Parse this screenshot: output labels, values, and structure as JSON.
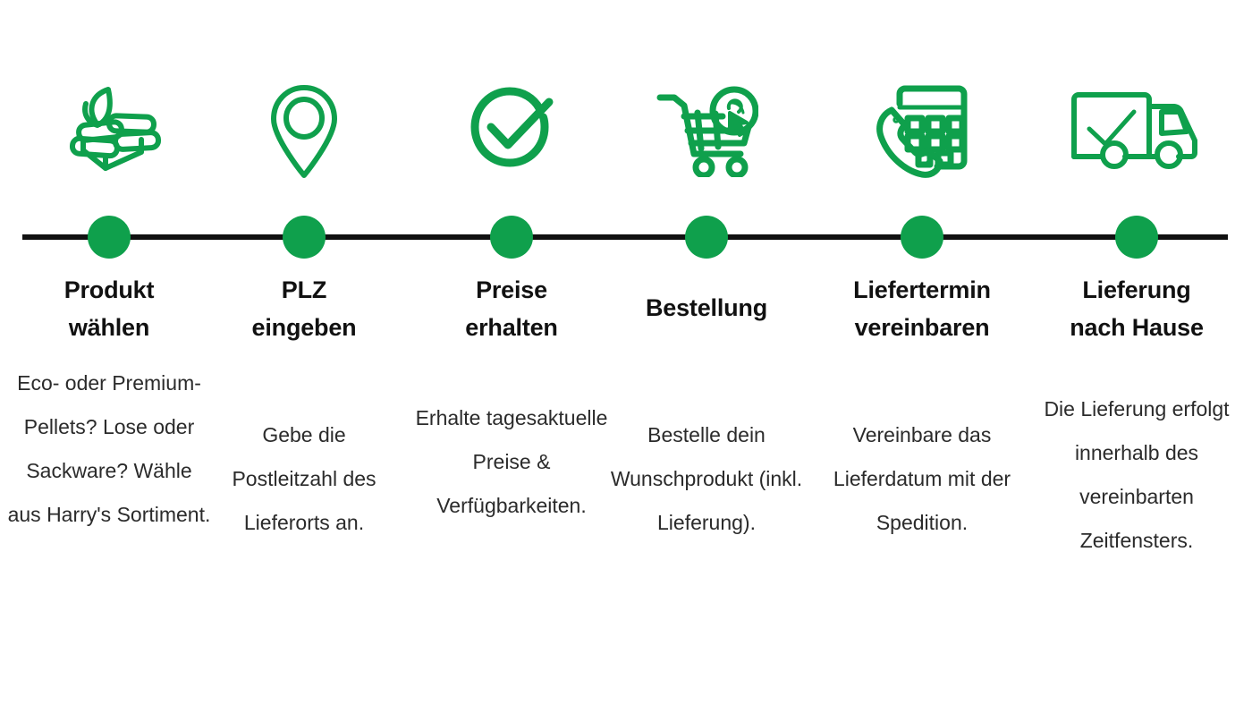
{
  "graphic": {
    "type": "process-timeline",
    "orientation": "horizontal",
    "step_count": 6,
    "colors": {
      "accent_green": "#0fa04c",
      "axis_black": "#111111",
      "title_text": "#111111",
      "body_text": "#2b2b2b",
      "background": "#ffffff"
    }
  },
  "steps": [
    {
      "index": 1,
      "icon": "pellets-with-leaf-icon",
      "title": "Produkt\nwählen",
      "title_lines": 2,
      "description": "Eco- oder Premium-Pellets? Lose oder Sackware? Wähle aus Harry's Sortiment."
    },
    {
      "index": 2,
      "icon": "map-pin-icon",
      "title": "PLZ\neingeben",
      "title_lines": 2,
      "description": "Gebe die Postleitzahl des Lieferorts an."
    },
    {
      "index": 3,
      "icon": "check-circle-icon",
      "title": "Preise\nerhalten",
      "title_lines": 2,
      "description": "Erhalte tagesaktuelle Preise & Verfügbarkeiten."
    },
    {
      "index": 4,
      "icon": "shopping-cart-click-icon",
      "title": "Bestellung",
      "title_lines": 1,
      "description": "Bestelle dein Wunschprodukt (inkl. Lieferung)."
    },
    {
      "index": 5,
      "icon": "phone-calendar-icon",
      "title": "Liefertermin\nvereinbaren",
      "title_lines": 2,
      "description": "Vereinbare das Lieferdatum mit der Spedition."
    },
    {
      "index": 6,
      "icon": "delivery-truck-check-icon",
      "title": "Lieferung\nnach Hause",
      "title_lines": 2,
      "description": "Die Lieferung erfolgt innerhalb des vereinbarten Zeitfensters."
    }
  ]
}
